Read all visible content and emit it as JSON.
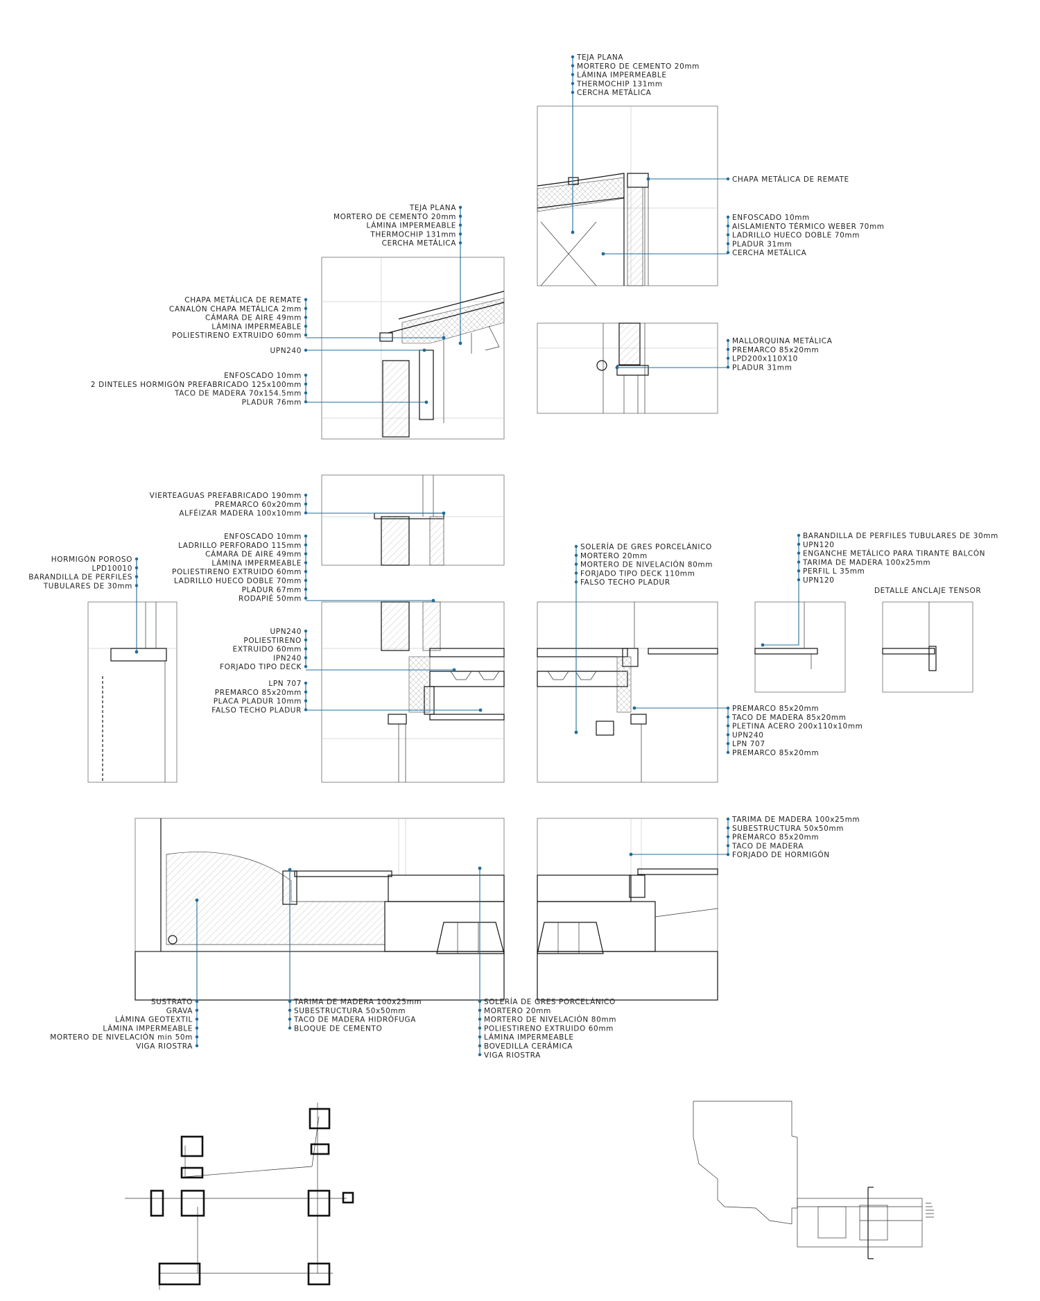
{
  "colors": {
    "accent": "#1f6c99",
    "line": "#111111",
    "frame": "#8a8a8a"
  },
  "labels": {
    "roof_top": [
      "TEJA PLANA",
      "MORTERO DE CEMENTO 20mm",
      "LÁMINA IMPERMEABLE",
      "THERMOCHIP 131mm",
      "CERCHA METÁLICA"
    ],
    "roof_top_right_1": "CHAPA METÁLICA DE REMATE",
    "roof_top_right_2": [
      "ENFOSCADO 10mm",
      "AISLAMIENTO TÉRMICO WEBER 70mm",
      "LADRILLO HUECO DOBLE 70mm",
      "PLADUR 31mm",
      "CERCHA METÁLICA"
    ],
    "window_head_right": [
      "MALLORQUINA METÁLICA",
      "PREMARCO 85x20mm",
      "LPD200x110X10",
      "PLADUR 31mm"
    ],
    "eave_top": [
      "TEJA PLANA",
      "MORTERO DE CEMENTO 20mm",
      "LÁMINA IMPERMEABLE",
      "THERMOCHIP 131mm",
      "CERCHA METÁLICA"
    ],
    "eave_left": [
      "CHAPA METÁLICA DE REMATE",
      "CANALÓN CHAPA METÁLICA 2mm",
      "CÁMARA DE AIRE 49mm",
      "LÁMINA IMPERMEABLE",
      "POLIESTIRENO EXTRUIDO 60mm"
    ],
    "eave_upn": "UPN240",
    "eave_lintel": [
      "ENFOSCADO 10mm",
      "2 DINTELES HORMIGÓN PREFABRICADO 125x100mm",
      "TACO DE MADERA 70x154.5mm",
      "PLADUR 76mm"
    ],
    "sill": [
      "VIERTEAGUAS PREFABRICADO 190mm",
      "PREMARCO 60x20mm",
      "ALFÉIZAR MADERA 100x10mm"
    ],
    "wall": [
      "ENFOSCADO 10mm",
      "LADRILLO PERFORADO 115mm",
      "CÁMARA DE AIRE 49mm",
      "LÁMINA IMPERMEABLE",
      "POLIESTIRENO EXTRUIDO 60mm",
      "LADRILLO HUECO DOBLE 70mm",
      "PLADUR 67mm",
      "RODAPIÉ 50mm"
    ],
    "floor_mid": [
      "UPN240",
      "POLIESTIRENO",
      "EXTRUIDO 60mm",
      "IPN240",
      "FORJADO TIPO DECK"
    ],
    "floor_low": [
      "LPN 707",
      "PREMARCO 85x20mm",
      "PLACA PLADUR 10mm",
      "FALSO TECHO PLADUR"
    ],
    "parapet": [
      "HORMIGÓN POROSO",
      "LPD10010",
      "BARANDILLA DE PERFILES",
      "TUBULARES DE 30mm"
    ],
    "floor_right_top": [
      "SOLERÍA DE GRES PORCELÁNICO",
      "MORTERO 20mm",
      "MORTERO DE NIVELACIÓN 80mm",
      "FORJADO TIPO DECK 110mm",
      "FALSO TECHO PLADUR"
    ],
    "balcony": [
      "BARANDILLA DE PERFILES TUBULARES DE 30mm",
      "UPN120",
      "ENGANCHE METÁLICO PARA TIRANTE BALCÓN",
      "TARIMA DE MADERA 100x25mm",
      "PERFIL L 35mm",
      "UPN120"
    ],
    "anchor_title": "DETALLE ANCLAJE TENSOR",
    "floor_right_low": [
      "PREMARCO 85x20mm",
      "TACO DE MADERA 85x20mm",
      "PLETINA ACERO 200x110x10mm",
      "UPN240",
      "LPN 707",
      "PREMARCO 85x20mm"
    ],
    "ground_right": [
      "TARIMA DE MADERA 100x25mm",
      "SUBESTRUCTURA 50x50mm",
      "PREMARCO 85x20mm",
      "TACO DE MADERA",
      "FORJADO DE HORMIGÓN"
    ],
    "ground_1": [
      "SUSTRATO",
      "GRAVA",
      "LÁMINA GEOTEXTIL",
      "LÁMINA IMPERMEABLE",
      "MORTERO DE NIVELACIÓN min 50m",
      "VIGA RIOSTRA"
    ],
    "ground_2": [
      "TARIMA DE MADERA 100x25mm",
      "SUBESTRUCTURA 50x50mm",
      "TACO DE MADERA HIDRÓFUGA",
      "BLOQUE DE CEMENTO"
    ],
    "ground_3": [
      "SOLERÍA DE GRES PORCELÁNICO",
      "MORTERO 20mm",
      "MORTERO DE NIVELACIÓN 80mm",
      "POLIESTIRENO EXTRUIDO 60mm",
      "LÁMINA IMPERMEABLE",
      "BOVEDILLA CERÁMICA",
      "VIGA RIOSTRA"
    ]
  }
}
